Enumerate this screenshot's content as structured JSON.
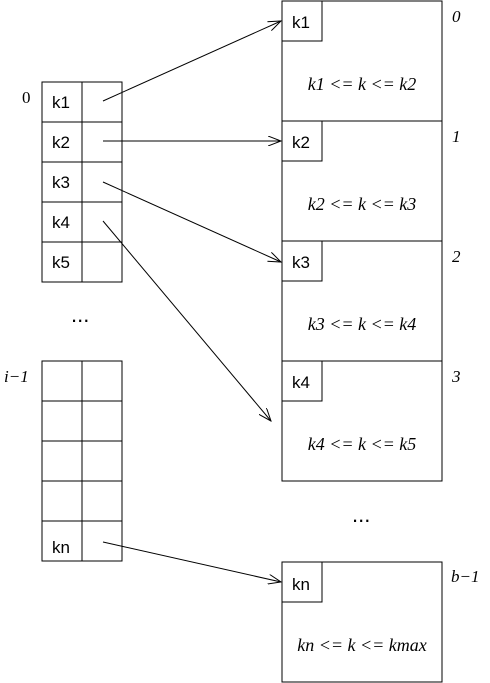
{
  "index_table": {
    "top_label": "0",
    "bottom_label": "i−1",
    "top_keys": [
      "k1",
      "k2",
      "k3",
      "k4",
      "k5"
    ],
    "bottom_keys": [
      "",
      "",
      "",
      "",
      "kn"
    ],
    "ellipsis": "..."
  },
  "blocks": [
    {
      "key": "k1",
      "range": "k1 <= k <= k2",
      "number": "0"
    },
    {
      "key": "k2",
      "range": "k2 <= k <= k3",
      "number": "1"
    },
    {
      "key": "k3",
      "range": "k3 <= k <= k4",
      "number": "2"
    },
    {
      "key": "k4",
      "range": "k4 <= k <= k5",
      "number": "3"
    }
  ],
  "blocks_ellipsis": "...",
  "last_block": {
    "key": "kn",
    "range": "kn <= k <= kmax",
    "number": "b−1"
  }
}
